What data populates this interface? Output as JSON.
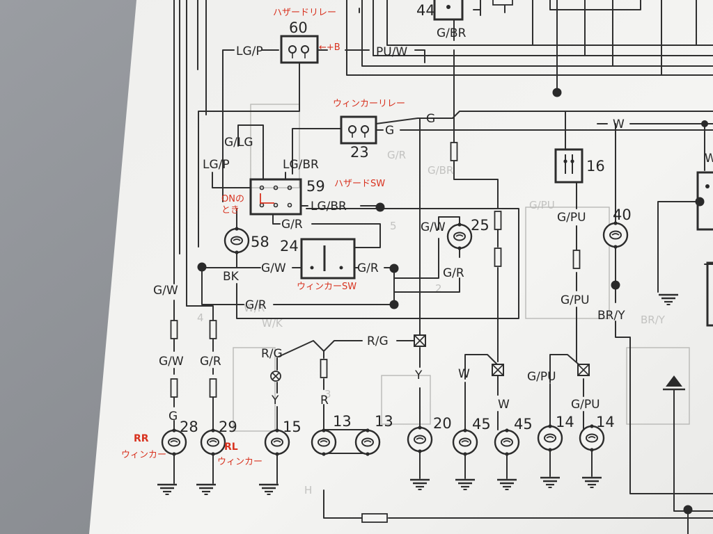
{
  "ghost_texts": [
    "W/K",
    "4",
    "3",
    "G/R",
    "G/BR",
    "G/PU",
    "W/R",
    "H",
    "BR/Y",
    "5",
    "2"
  ],
  "wire_labels": {
    "lgp_top": "LG/P",
    "puw": "PU/W",
    "gbr": "G/BR",
    "g_a": "G",
    "g_b": "G",
    "w_top": "W",
    "glg": "G/LG",
    "lgp": "LG/P",
    "lgbr": "LG/BR",
    "lgbr2": "LG/BR",
    "gr1": "G/R",
    "gw1": "G/W",
    "bk": "BK",
    "gr2": "G/R",
    "gr3": "G/R",
    "gw2": "G/W",
    "gr4": "G/R",
    "gw3": "G/W",
    "gr5": "G/R",
    "g_c": "G",
    "rg1": "R/G",
    "rg2": "R/G",
    "y1": "Y",
    "r1": "R",
    "y2": "Y",
    "w1": "W",
    "w2": "W",
    "gpu1": "G/PU",
    "gpu2": "G/PU",
    "gpu3": "G/PU",
    "gpu4": "G/PU",
    "bry": "BR/Y",
    "w_right": "W"
  },
  "component_numbers": {
    "c44": "44",
    "c60": "60",
    "c23": "23",
    "c59": "59",
    "c16": "16",
    "c58": "58",
    "c24": "24",
    "c25": "25",
    "c40": "40",
    "c28": "28",
    "c29": "29",
    "c15": "15",
    "c13a": "13",
    "c13b": "13",
    "c20": "20",
    "c45a": "45",
    "c45b": "45",
    "c14a": "14",
    "c14b": "14"
  },
  "annotations": {
    "hazard_relay": "ハザードリレー",
    "plus_b": "←+B",
    "winker_relay": "ウィンカーリレー",
    "hazard_sw": "ハザードSW",
    "on_line1": "ONの",
    "on_line2": "とき",
    "winker_sw": "ウィンカーSW",
    "rr": "RR",
    "rr_sub": "ウィンカー",
    "rl": "RL",
    "rl_sub": "ウィンカー"
  },
  "colors": {
    "ink": "#2f2f2f",
    "annotation_red": "#d8321f",
    "paper": "#f3f3f1",
    "background": "#8e9196"
  }
}
